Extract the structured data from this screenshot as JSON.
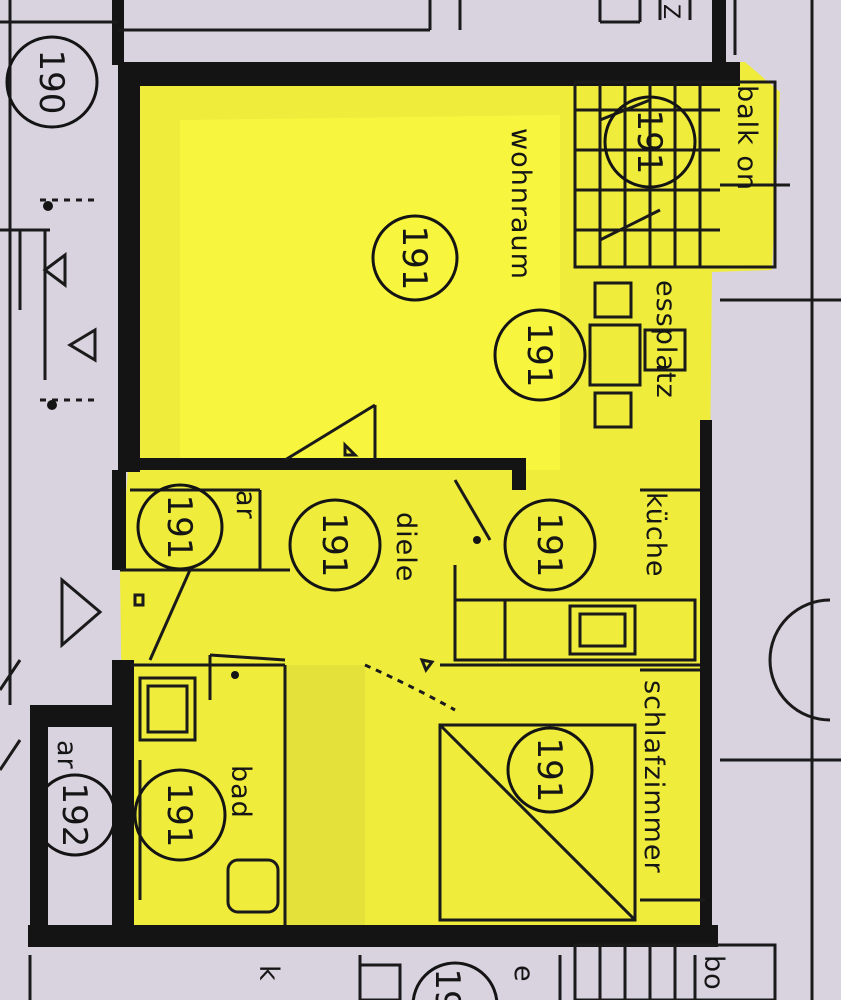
{
  "rooms": {
    "balkon": "balk on",
    "wohnraum": "wohnraum",
    "essplatz": "essplatz",
    "kueche": "küche",
    "diele": "diele",
    "ar": "ar",
    "bad": "bad",
    "schlafzimmer": "schlafzimmer",
    "ar_neighbor": "ar"
  },
  "unit_numbers": {
    "main": "191",
    "upper_neighbor": "190",
    "lower_neighbor": "192",
    "bottom_partial": "19"
  },
  "edge_fragments": {
    "top_right": "Z",
    "bottom_left": "k",
    "bottom_mid": "e",
    "bottom_right": "bo"
  },
  "colors": {
    "highlight": "#f0ee3a",
    "paper": "#d9d3e0",
    "ink": "#141414"
  }
}
